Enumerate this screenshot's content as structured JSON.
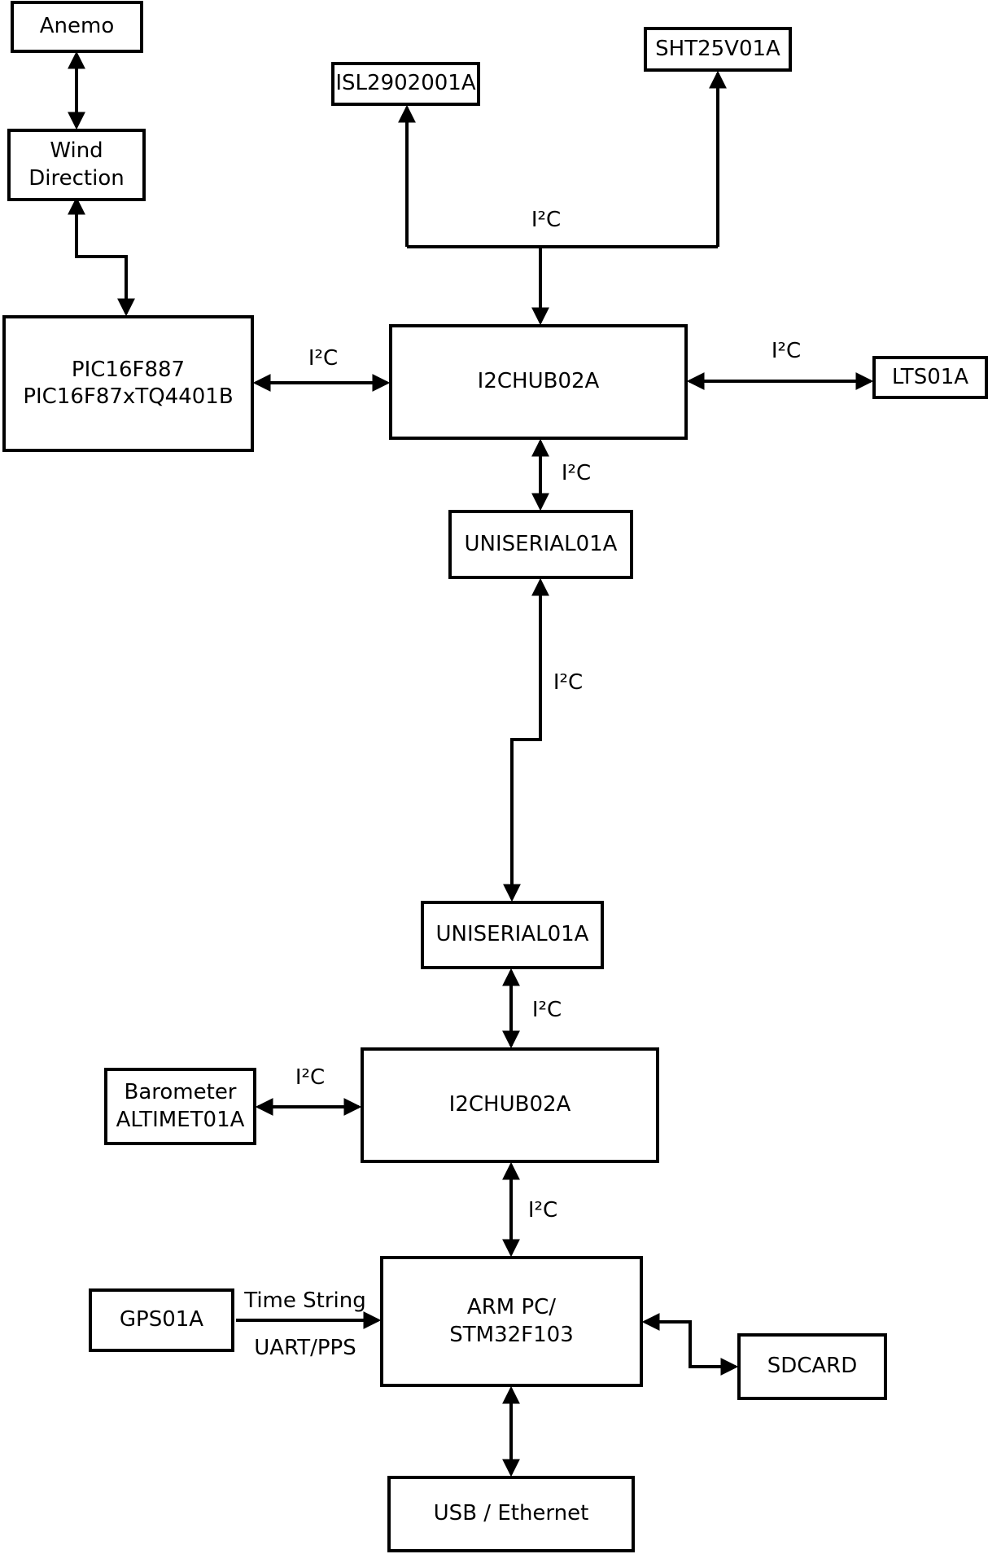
{
  "colors": {
    "line": "#000000",
    "box_fill": "#ffffff",
    "background": "#ffffff"
  },
  "nodes": {
    "anemo": {
      "label": "Anemo"
    },
    "wind_direction": {
      "line1": "Wind",
      "line2": "Direction"
    },
    "pic": {
      "line1": "PIC16F887",
      "line2": "PIC16F87xTQ4401B"
    },
    "isl": {
      "label": "ISL2902001A"
    },
    "sht": {
      "label": "SHT25V01A"
    },
    "i2chub_top": {
      "label": "I2CHUB02A"
    },
    "lts": {
      "label": "LTS01A"
    },
    "uniserial_top": {
      "label": "UNISERIAL01A"
    },
    "uniserial_bottom": {
      "label": "UNISERIAL01A"
    },
    "i2chub_bottom": {
      "label": "I2CHUB02A"
    },
    "barometer": {
      "line1": "Barometer",
      "line2": "ALTIMET01A"
    },
    "arm_pc": {
      "line1": "ARM PC/",
      "line2": "STM32F103"
    },
    "gps": {
      "label": "GPS01A"
    },
    "sdcard": {
      "label": "SDCARD"
    },
    "usb_ethernet": {
      "label": "USB / Ethernet"
    }
  },
  "edge_labels": {
    "i2c": "I²C",
    "time_string": "Time String",
    "uart_pps": "UART/PPS"
  }
}
